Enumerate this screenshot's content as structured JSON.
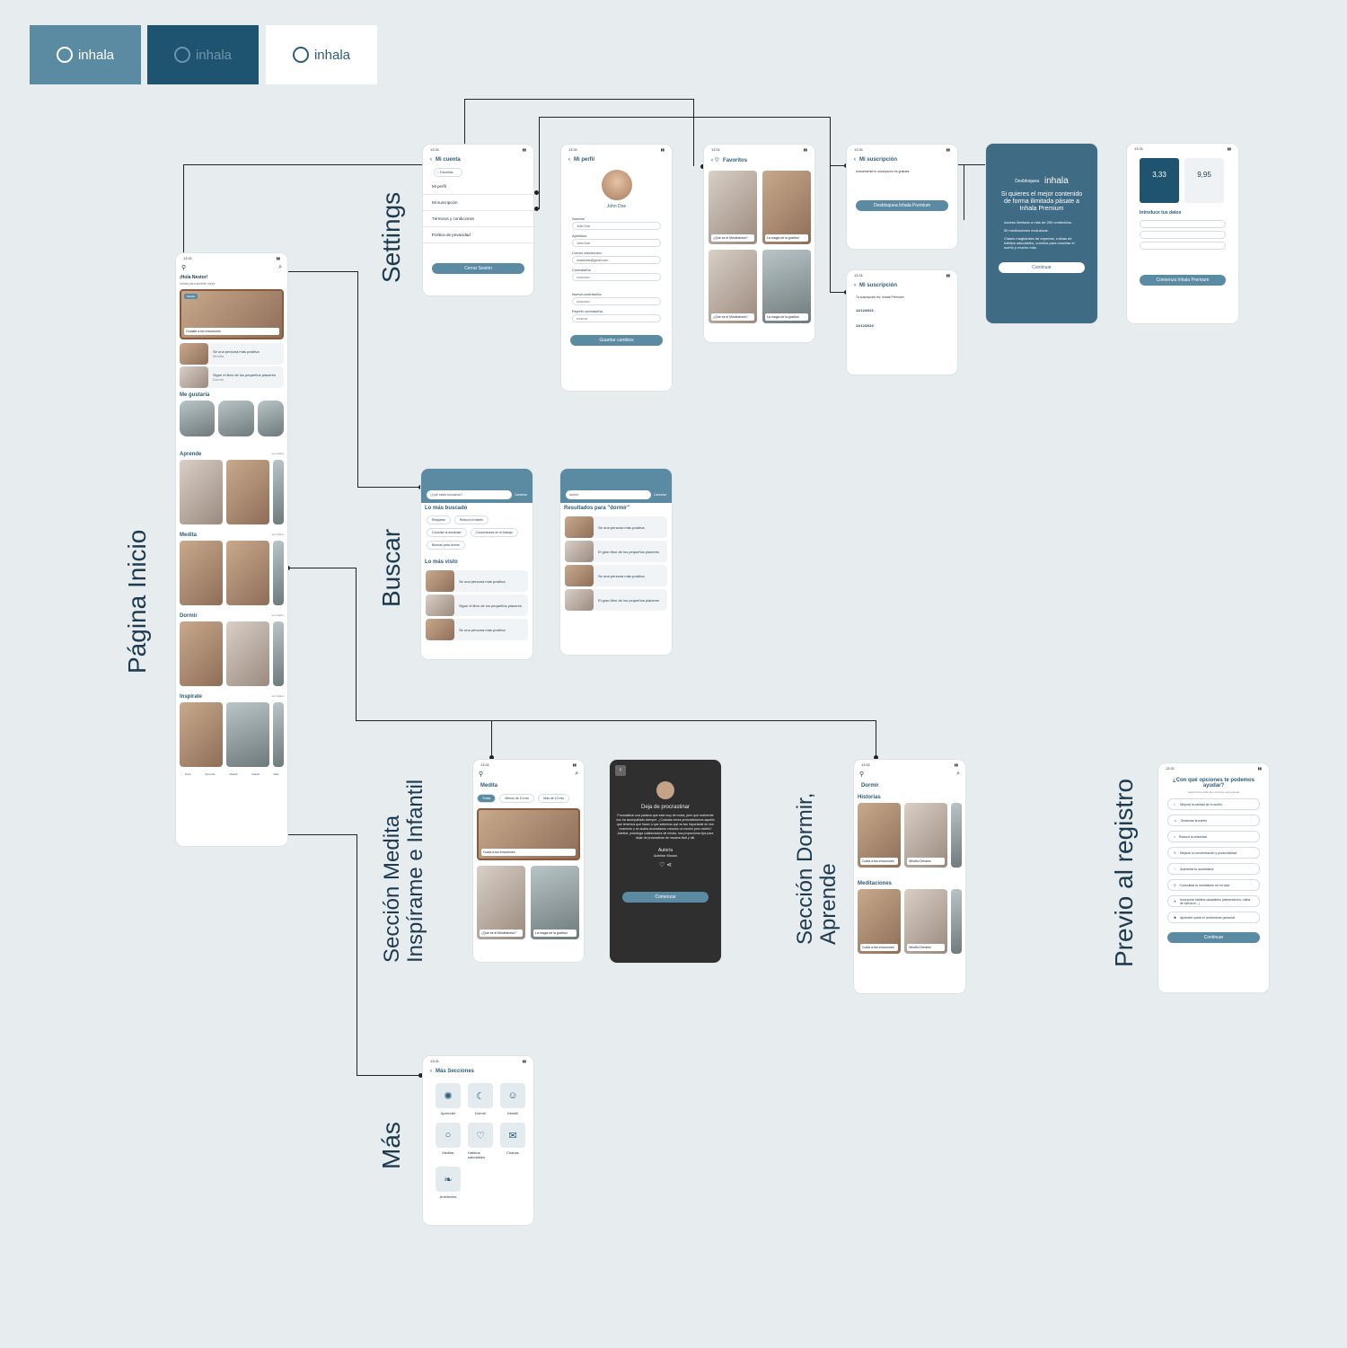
{
  "logo": {
    "text": "inhala",
    "colors": {
      "light": "#5b8aa3",
      "dark": "#1f5470",
      "white": "#ffffff"
    }
  },
  "sections": {
    "inicio": "Página Inicio",
    "settings": "Settings",
    "buscar": "Buscar",
    "medita": "Sección Medita Inspírame e Infantil",
    "dormir": "Sección Dormir, Aprende",
    "mas": "Más",
    "previo": "Previo al registro"
  },
  "status_time": "13:31",
  "home": {
    "greeting": "¡Hola Nestor!",
    "sub": "Inhala para sentirte mejor",
    "hero_caption": "Cuídate a tus emociones",
    "row1": "Se una persona más positiva",
    "row1_sub": "Medita",
    "row2": "Sigue el libro de los pequeños placeres",
    "row2_sub": "Dormir",
    "liked": "Me gustaría",
    "aprende": "Aprende",
    "medita": "Medita",
    "dormir": "Dormir",
    "inspirate": "Inspírate",
    "ver": "ver todos",
    "nav": [
      "Inicio",
      "Aprende",
      "Medita",
      "Infantil",
      "Más"
    ]
  },
  "cuenta": {
    "title": "Mi cuenta",
    "fav": "Favoritos",
    "items": [
      "Mi perfil",
      "Mi suscripción",
      "Términos y condiciones",
      "Política de privacidad"
    ],
    "logout": "Cerrar Sesión"
  },
  "perfil": {
    "title": "Mi perfil",
    "name": "John Doe",
    "labels": [
      "Nombre",
      "Apellidos",
      "Correo electrónico",
      "Contraseña",
      "Nueva contraseña",
      "Repetir contraseña"
    ],
    "values": [
      "John Doe",
      "John Doe",
      "nosiekdas@gmail.com",
      "••••••••••••",
      "••••••••••••",
      "••••••••••"
    ],
    "save": "Guardar cambios"
  },
  "favs": {
    "title": "Favoritos",
    "cards": [
      "¿Qué es el Mindfulness?",
      "La magia de la gratitud",
      "¿Qué es el Mindfulness?",
      "La magia de la gratitud"
    ]
  },
  "suscripcion": {
    "title": "Mi suscripción",
    "text1": "Actualmente tu suscripción es gratuita",
    "btn": "Desbloquea Inhala Premium",
    "text2": "Tu suscripción es: Inhala Premium",
    "date1": "11/12/2021",
    "date2": "11/12/2022"
  },
  "premium": {
    "unlock": "Desbloquea",
    "brand": "inhala",
    "headline": "Si quieres el mejor contenido de forma ilimitada pásate a Inhala Premium",
    "b1": "Acceso ilimitado a más de 200 contenidos.",
    "b2": "50 meditaciones exclusivas.",
    "b3": "Clases magistrales de expertos, rutinas de hábitos saludables, cuentos para conciliar el sueño y mucho más.",
    "cta": "Continuar"
  },
  "pago": {
    "p1": "3,33",
    "p2": "9,95",
    "intro": "Introduce tus datos",
    "cta": "Comienza Inhala Premium"
  },
  "buscar": {
    "placeholder": "¿Qué estás buscando?",
    "cancel": "Cancelar",
    "mas_buscado": "Lo más buscado",
    "chips": [
      "Relajarse",
      "Reducir el estrés",
      "Conciliar la ansiedad",
      "Concentrarse en el trabajo",
      "Buenas para dormir"
    ],
    "mas_visto": "Lo más visto",
    "rows": [
      "Se una persona más positiva",
      "Sigue el libro de los pequeños placeres",
      "Se una persona más positiva"
    ],
    "query": "dormir",
    "results_title": "Resultados para \"dormir\"",
    "results": [
      "Se una persona más positiva",
      "El gran libro de los pequeños placeres",
      "Se una persona más positiva",
      "El gran libro de los pequeños placeres"
    ]
  },
  "medita": {
    "title": "Medita",
    "tabs": [
      "Todas",
      "Menos de 10 min",
      "Más de 10 min"
    ],
    "card": "Cuida a tus emociones",
    "c1": "¿Qué es el Mindfulness?",
    "c2": "La magia de la gratitud"
  },
  "audio": {
    "title": "Deja de procrastinar",
    "body": "Procrastinar una palabra que está muy de moda, pero qué realmente nos ha acompañado siempre. ¿Cuántas veces procrastinamos aquello que tenemos que hacer o que sabemos que es tan importante en ese momento y se acaba acumulando creando un mucho peor estrés? Adeline, psicóloga colaboradora de Inhala, nos proporciona tips para dejar de procrastinar de manera fácil y útil.",
    "author_label": "Autor/a",
    "author": "Adeline Mouss",
    "cta": "Comenzar"
  },
  "dormir": {
    "title": "Dormir",
    "historias": "Historias",
    "meditaciones": "Meditaciones",
    "c1": "Cuida a tus emociones",
    "c2": "Mindful Dreams"
  },
  "mas": {
    "title": "Más Secciones",
    "items": [
      "Aprender",
      "Dormir",
      "Infantil",
      "Meditar",
      "Hábitos saludables",
      "Charlas",
      "Ambientes"
    ]
  },
  "previo": {
    "title": "¿Con qué opciones te podemos ayudar?",
    "sub": "Selecciona todas las opciones que quieras",
    "opts": [
      "Mejorar la calidad de tu sueño",
      "Gestionar la estrés",
      "Reducir la ansiedad",
      "Mejorar tu concentración y productividad",
      "Aumentar tu autoestima",
      "Consolidar tu meditación en mi vida",
      "Incorporar hábitos saludables (alimentación, rutina de ejercicio...)",
      "Aprender sobre el crecimiento personal"
    ],
    "cta": "Continuar"
  }
}
